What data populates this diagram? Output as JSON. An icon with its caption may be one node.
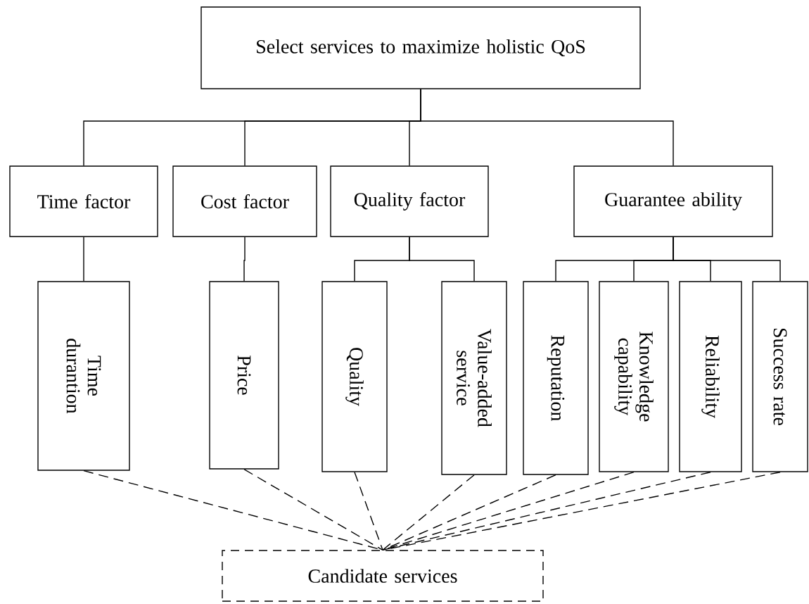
{
  "diagram": {
    "nodes": [
      {
        "text": [
          "Select services to maximize holistic QoS"
        ]
      },
      {
        "text": [
          "Time factor"
        ]
      },
      {
        "text": [
          "Cost factor"
        ]
      },
      {
        "text": [
          "Quality factor"
        ]
      },
      {
        "text": [
          "Guarantee ability"
        ]
      },
      {
        "text": [
          "Time durantion"
        ]
      },
      {
        "text": [
          "Price"
        ]
      },
      {
        "text": [
          "Quality"
        ]
      },
      {
        "text": [
          "Value-added service"
        ]
      },
      {
        "text": [
          "Reputation"
        ]
      },
      {
        "text": [
          "Knowledge capability"
        ]
      },
      {
        "text": [
          "Reliability"
        ]
      },
      {
        "text": [
          "Success rate"
        ]
      },
      {
        "text": [
          "Candidate services"
        ]
      }
    ],
    "edges": [
      {
        "from": 0,
        "to": 1,
        "arrow": "none"
      },
      {
        "from": 0,
        "to": 2,
        "arrow": "none"
      },
      {
        "from": 0,
        "to": 3,
        "arrow": "none"
      },
      {
        "from": 0,
        "to": 4,
        "arrow": "none"
      },
      {
        "from": 1,
        "to": 5,
        "arrow": "none"
      },
      {
        "from": 2,
        "to": 6,
        "arrow": "none"
      },
      {
        "from": 3,
        "to": 7,
        "arrow": "none"
      },
      {
        "from": 3,
        "to": 8,
        "arrow": "none"
      },
      {
        "from": 4,
        "to": 9,
        "arrow": "none"
      },
      {
        "from": 4,
        "to": 10,
        "arrow": "none"
      },
      {
        "from": 4,
        "to": 11,
        "arrow": "none"
      },
      {
        "from": 4,
        "to": 12,
        "arrow": "none"
      },
      {
        "from": 5,
        "to": 13,
        "arrow": "none",
        "style": "dashed"
      },
      {
        "from": 6,
        "to": 13,
        "arrow": "none",
        "style": "dashed"
      },
      {
        "from": 7,
        "to": 13,
        "arrow": "none",
        "style": "dashed"
      },
      {
        "from": 8,
        "to": 13,
        "arrow": "none",
        "style": "dashed"
      },
      {
        "from": 9,
        "to": 13,
        "arrow": "none",
        "style": "dashed"
      },
      {
        "from": 10,
        "to": 13,
        "arrow": "none",
        "style": "dashed"
      },
      {
        "from": 11,
        "to": 13,
        "arrow": "none",
        "style": "dashed"
      },
      {
        "from": 12,
        "to": 13,
        "arrow": "none",
        "style": "dashed"
      }
    ]
  }
}
